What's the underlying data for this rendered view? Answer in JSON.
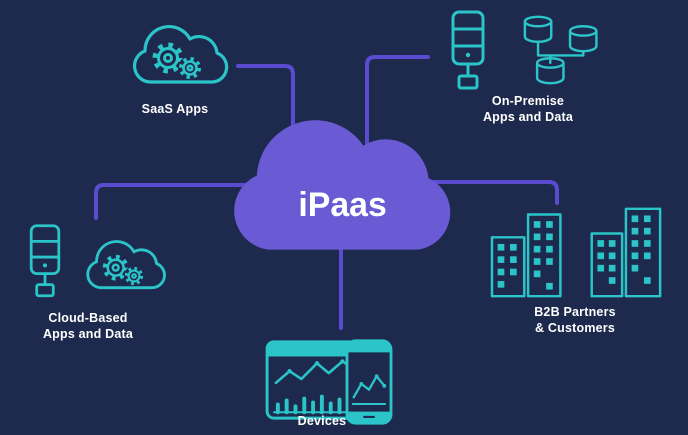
{
  "center": {
    "label": "iPaas"
  },
  "groups": {
    "saas": {
      "label": "SaaS Apps"
    },
    "on_premise": {
      "label_line1": "On-Premise",
      "label_line2": "Apps and Data"
    },
    "cloud_based": {
      "label_line1": "Cloud-Based",
      "label_line2": "Apps and Data"
    },
    "b2b": {
      "label_line1": "B2B Partners",
      "label_line2": "& Customers"
    },
    "devices": {
      "label": "Devices"
    }
  },
  "icons": {
    "saas": "cloud-gears-icon",
    "on_premise": [
      "server-icon",
      "database-cluster-icon"
    ],
    "cloud_based": [
      "server-icon",
      "cloud-gears-icon"
    ],
    "b2b": "office-buildings-icon",
    "devices": [
      "browser-analytics-icon",
      "smartphone-chart-icon"
    ]
  },
  "colors": {
    "background": "#1e2a4d",
    "teal": "#2bc4c9",
    "cloud_purple": "#6a5bd4",
    "connector_purple": "#5a4bd1",
    "text": "#ffffff"
  }
}
